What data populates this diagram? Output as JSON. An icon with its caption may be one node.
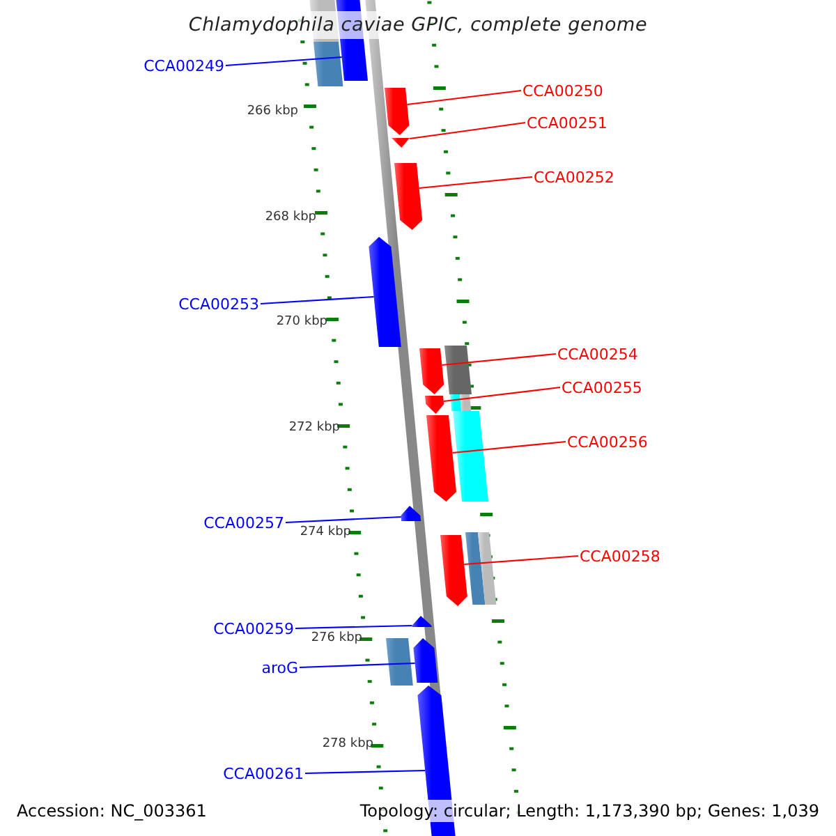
{
  "diagram": {
    "title": "Chlamydophila caviae GPIC, complete genome",
    "nodes": [
      {
        "text": [
          "CCA00249"
        ]
      },
      {
        "text": [
          "CCA00250"
        ]
      },
      {
        "text": [
          "CCA00251"
        ]
      },
      {
        "text": [
          "CCA00252"
        ]
      },
      {
        "text": [
          "CCA00253"
        ]
      },
      {
        "text": [
          "CCA00254"
        ]
      },
      {
        "text": [
          "CCA00255"
        ]
      },
      {
        "text": [
          "CCA00256"
        ]
      },
      {
        "text": [
          "CCA00257"
        ]
      },
      {
        "text": [
          "CCA00258"
        ]
      },
      {
        "text": [
          "CCA00259"
        ]
      },
      {
        "text": [
          "aroG"
        ]
      },
      {
        "text": [
          "CCA00261"
        ]
      },
      {
        "text": [],
        "shape": "bar"
      },
      {
        "text": [],
        "shape": "bar"
      },
      {
        "text": [],
        "shape": "bar"
      },
      {
        "text": [],
        "shape": "bar"
      },
      {
        "text": [],
        "shape": "bar"
      },
      {
        "text": [],
        "shape": "bar"
      },
      {
        "text": [],
        "shape": "bar"
      },
      {
        "text": [],
        "shape": "bar"
      },
      {
        "text": [],
        "shape": "bar"
      },
      {
        "text": [],
        "shape": "bar"
      },
      {
        "text": [],
        "shape": "bar"
      },
      {
        "text": [],
        "shape": "bar"
      },
      {
        "text": [],
        "shape": "bar"
      },
      {
        "text": [],
        "shape": "bar"
      },
      {
        "text": [],
        "shape": "bar"
      },
      {
        "text": [],
        "shape": "bar"
      },
      {
        "text": [],
        "shape": "bar"
      },
      {
        "text": [],
        "shape": "bar"
      },
      {
        "text": [],
        "shape": "bar"
      },
      {
        "text": [],
        "shape": "bar"
      },
      {
        "text": [],
        "shape": "bar"
      },
      {
        "text": [],
        "shape": "bar"
      }
    ],
    "edges": [
      {
        "from": 0,
        "to": 13,
        "arrow": "none",
        "color": "#0000ff"
      },
      {
        "from": 1,
        "to": 16,
        "arrow": "none"
      },
      {
        "from": 2,
        "to": 17,
        "arrow": "none"
      },
      {
        "from": 3,
        "to": 18,
        "arrow": "none"
      },
      {
        "from": 4,
        "to": 19,
        "arrow": "none",
        "color": "#0000ff"
      },
      {
        "from": 5,
        "to": 21,
        "arrow": "none"
      },
      {
        "from": 6,
        "to": 24,
        "arrow": "none"
      },
      {
        "from": 7,
        "to": 26,
        "arrow": "none"
      },
      {
        "from": 8,
        "to": 27,
        "arrow": "none",
        "color": "#0000ff"
      },
      {
        "from": 9,
        "to": 30,
        "arrow": "none"
      },
      {
        "from": 10,
        "to": 31,
        "arrow": "none",
        "color": "#0000ff"
      },
      {
        "from": 11,
        "to": 33,
        "arrow": "none",
        "color": "#0000ff"
      },
      {
        "from": 12,
        "to": 34,
        "arrow": "none",
        "color": "#0000ff"
      }
    ],
    "labels": [
      "266 kbp",
      "268 kbp",
      "270 kbp",
      "272 kbp",
      "274 kbp",
      "276 kbp",
      "278 kbp",
      "Accession: NC_003361",
      "Topology: circular; Length: 1,173,390 bp; Genes: 1,039"
    ]
  }
}
